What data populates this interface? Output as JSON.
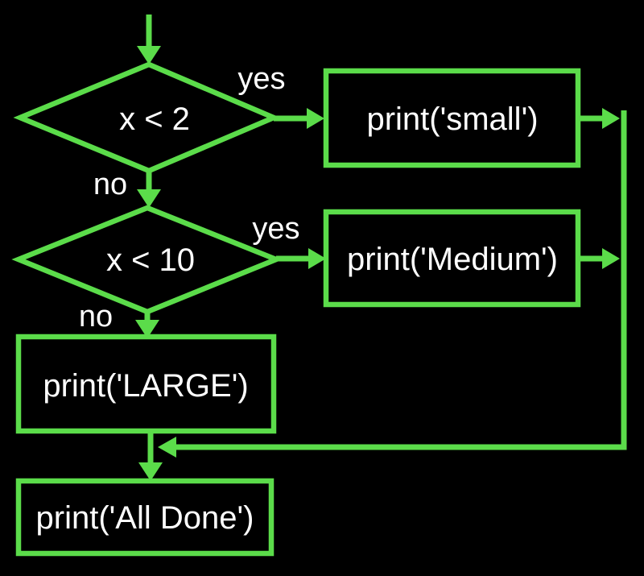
{
  "colors": {
    "background": "#000000",
    "line": "#5bdc4a",
    "text": "#ffffff"
  },
  "diagram": {
    "type": "flowchart",
    "nodes": [
      {
        "id": "decision-x-lt-2",
        "shape": "diamond",
        "label": "x < 2"
      },
      {
        "id": "process-print-small",
        "shape": "rect",
        "label": "print('small')"
      },
      {
        "id": "decision-x-lt-10",
        "shape": "diamond",
        "label": "x < 10"
      },
      {
        "id": "process-print-medium",
        "shape": "rect",
        "label": "print('Medium')"
      },
      {
        "id": "process-print-large",
        "shape": "rect",
        "label": "print('LARGE')"
      },
      {
        "id": "process-print-all-done",
        "shape": "rect",
        "label": "print('All Done')"
      }
    ],
    "edges": [
      {
        "from": "start",
        "to": "decision-x-lt-2",
        "label": ""
      },
      {
        "from": "decision-x-lt-2",
        "to": "process-print-small",
        "label": "yes"
      },
      {
        "from": "decision-x-lt-2",
        "to": "decision-x-lt-10",
        "label": "no"
      },
      {
        "from": "decision-x-lt-10",
        "to": "process-print-medium",
        "label": "yes"
      },
      {
        "from": "decision-x-lt-10",
        "to": "process-print-large",
        "label": "no"
      },
      {
        "from": "process-print-small",
        "to": "merge-point",
        "label": ""
      },
      {
        "from": "process-print-medium",
        "to": "merge-point",
        "label": ""
      },
      {
        "from": "process-print-large",
        "to": "process-print-all-done",
        "label": ""
      },
      {
        "from": "merge-point",
        "to": "process-print-all-done",
        "label": ""
      }
    ]
  }
}
